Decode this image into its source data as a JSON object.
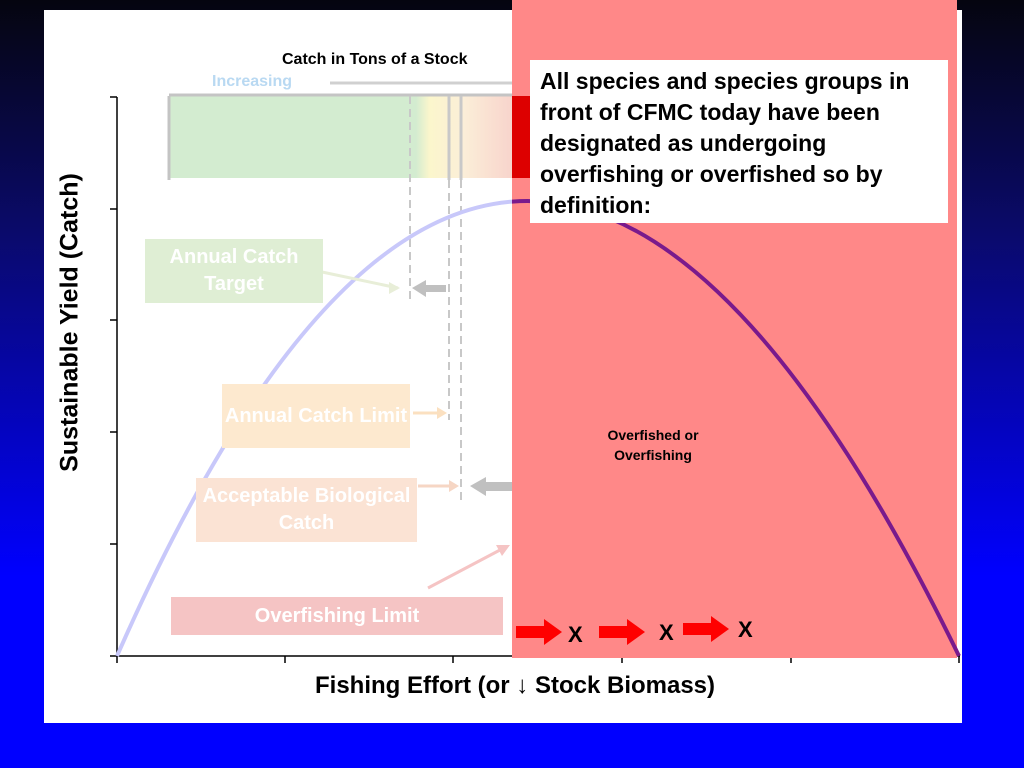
{
  "diagram": {
    "top_title": "Catch in Tons of a Stock",
    "increasing_label": "Increasing",
    "y_axis_label": "Sustainable Yield (Catch)",
    "x_axis_label": "Fishing Effort (or ↓ Stock Biomass)",
    "boxes": {
      "annual_catch_target": "Annual Catch Target",
      "annual_catch_limit": "Annual Catch Limit",
      "acceptable_biological_catch": "Acceptable Biological Catch",
      "overfishing_limit": "Overfishing Limit"
    },
    "overlay_label": "Overfished or Overfishing",
    "callout_text": "All species and species groups in front of CFMC today have been designated as undergoing overfishing or overfished so by definition:",
    "x_marks": [
      "X",
      "X",
      "X"
    ],
    "colors": {
      "red_overlay": "#ff8888",
      "curve_light": "#c8c8fa",
      "curve_dark": "#7a1a8c",
      "box_green": "#dfeed4",
      "box_orange": "#fde9cf",
      "box_pink": "#f5c4c4",
      "arrow_red": "#ff0000"
    }
  }
}
